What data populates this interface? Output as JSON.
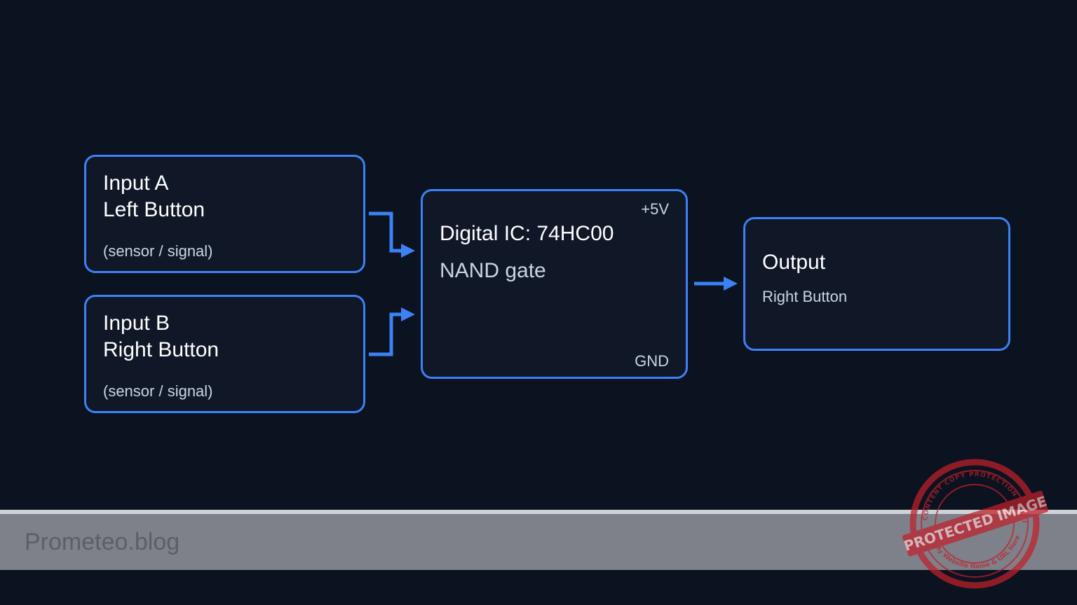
{
  "input_a": {
    "title": "Input A",
    "subtitle": "Left Button",
    "note": "(sensor / signal)"
  },
  "input_b": {
    "title": "Input B",
    "subtitle": "Right Button",
    "note": "(sensor / signal)"
  },
  "ic": {
    "power": "+5V",
    "title": "Digital IC: 74HC00",
    "function": "NAND gate",
    "ground": "GND"
  },
  "output": {
    "title": "Output",
    "label": "Right Button"
  },
  "footer": {
    "brand": "Prometeo.blog"
  },
  "stamp": {
    "main": "PROTECTED IMAGE",
    "ring": "CONTENT COPY PROTECTION PLUGIN",
    "bottom": "My Website Name & URL Here"
  },
  "colors": {
    "background": "#0b1220",
    "box_fill": "#101828",
    "accent": "#3b82f6",
    "stamp": "#c0202a"
  }
}
